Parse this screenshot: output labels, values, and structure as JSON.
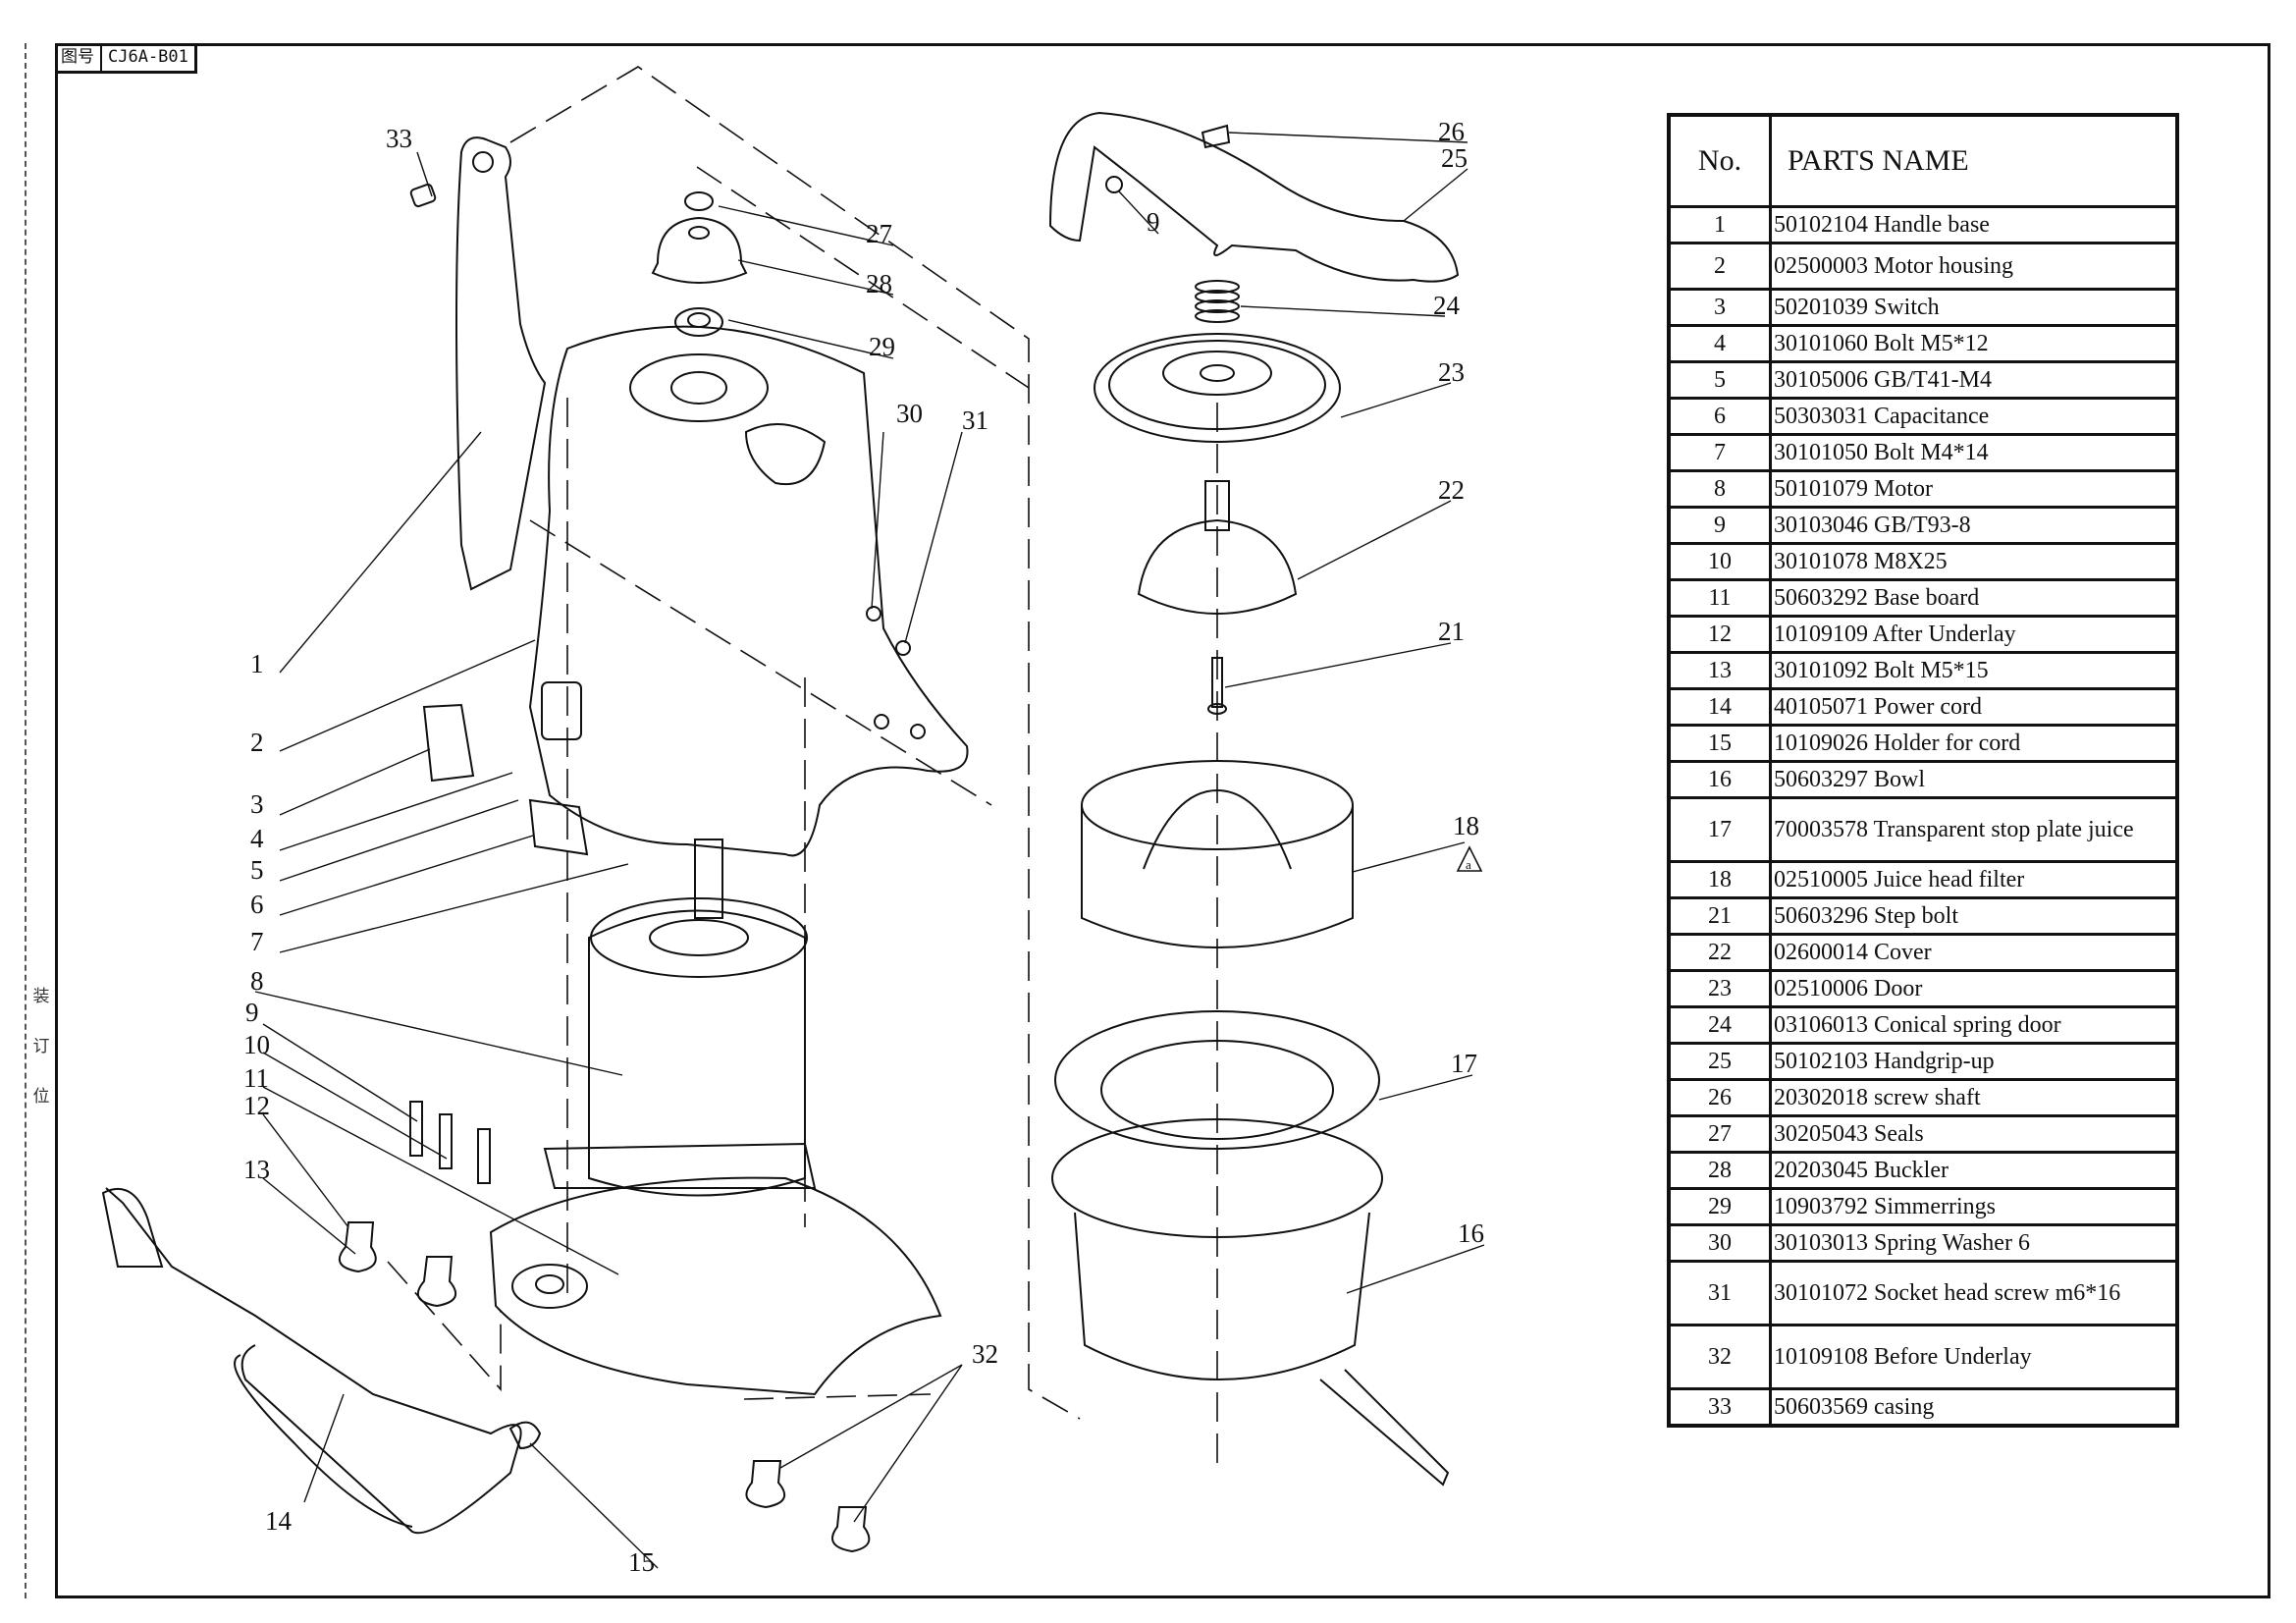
{
  "title_block": {
    "label": "图号",
    "drawing_number": "CJ6A-B01"
  },
  "binding_margin": {
    "chars": [
      "装",
      "订",
      "位"
    ]
  },
  "drawing": {
    "callouts": [
      "1",
      "2",
      "3",
      "4",
      "5",
      "6",
      "7",
      "8",
      "9",
      "10",
      "11",
      "12",
      "13",
      "14",
      "15",
      "16",
      "17",
      "18",
      "21",
      "22",
      "23",
      "24",
      "25",
      "26",
      "27",
      "28",
      "29",
      "30",
      "31",
      "32",
      "33",
      "9"
    ],
    "revision_mark": "a"
  },
  "parts_table": {
    "headers": {
      "no": "No.",
      "name": "PARTS NAME"
    },
    "rows": [
      {
        "no": "1",
        "name": "50102104  Handle base"
      },
      {
        "no": "2",
        "name": "02500003 Motor housing"
      },
      {
        "no": "3",
        "name": "50201039 Switch"
      },
      {
        "no": "4",
        "name": "30101060 Bolt M5*12"
      },
      {
        "no": "5",
        "name": "30105006 GB/T41-M4"
      },
      {
        "no": "6",
        "name": "50303031 Capacitance"
      },
      {
        "no": "7",
        "name": "30101050 Bolt M4*14"
      },
      {
        "no": "8",
        "name": "50101079 Motor"
      },
      {
        "no": "9",
        "name": "30103046 GB/T93-8"
      },
      {
        "no": "10",
        "name": "30101078 M8X25"
      },
      {
        "no": "11",
        "name": "50603292 Base board"
      },
      {
        "no": "12",
        "name": "10109109 After Underlay"
      },
      {
        "no": "13",
        "name": "30101092 Bolt M5*15"
      },
      {
        "no": "14",
        "name": "40105071 Power cord"
      },
      {
        "no": "15",
        "name": "10109026 Holder for cord"
      },
      {
        "no": "16",
        "name": "50603297 Bowl"
      },
      {
        "no": "17",
        "name": "70003578 Transparent stop plate juice"
      },
      {
        "no": "18",
        "name": "02510005 Juice head filter"
      },
      {
        "no": "21",
        "name": "50603296 Step bolt"
      },
      {
        "no": "22",
        "name": "02600014 Cover"
      },
      {
        "no": "23",
        "name": "02510006 Door"
      },
      {
        "no": "24",
        "name": "03106013 Conical spring door"
      },
      {
        "no": "25",
        "name": "50102103 Handgrip-up"
      },
      {
        "no": "26",
        "name": "20302018 screw shaft"
      },
      {
        "no": "27",
        "name": "30205043 Seals"
      },
      {
        "no": "28",
        "name": "20203045 Buckler"
      },
      {
        "no": "29",
        "name": "10903792 Simmerrings"
      },
      {
        "no": "30",
        "name": "30103013 Spring Washer 6"
      },
      {
        "no": "31",
        "name": "30101072 Socket head screw m6*16"
      },
      {
        "no": "32",
        "name": "10109108 Before Underlay"
      },
      {
        "no": "33",
        "name": "50603569 casing"
      }
    ]
  }
}
